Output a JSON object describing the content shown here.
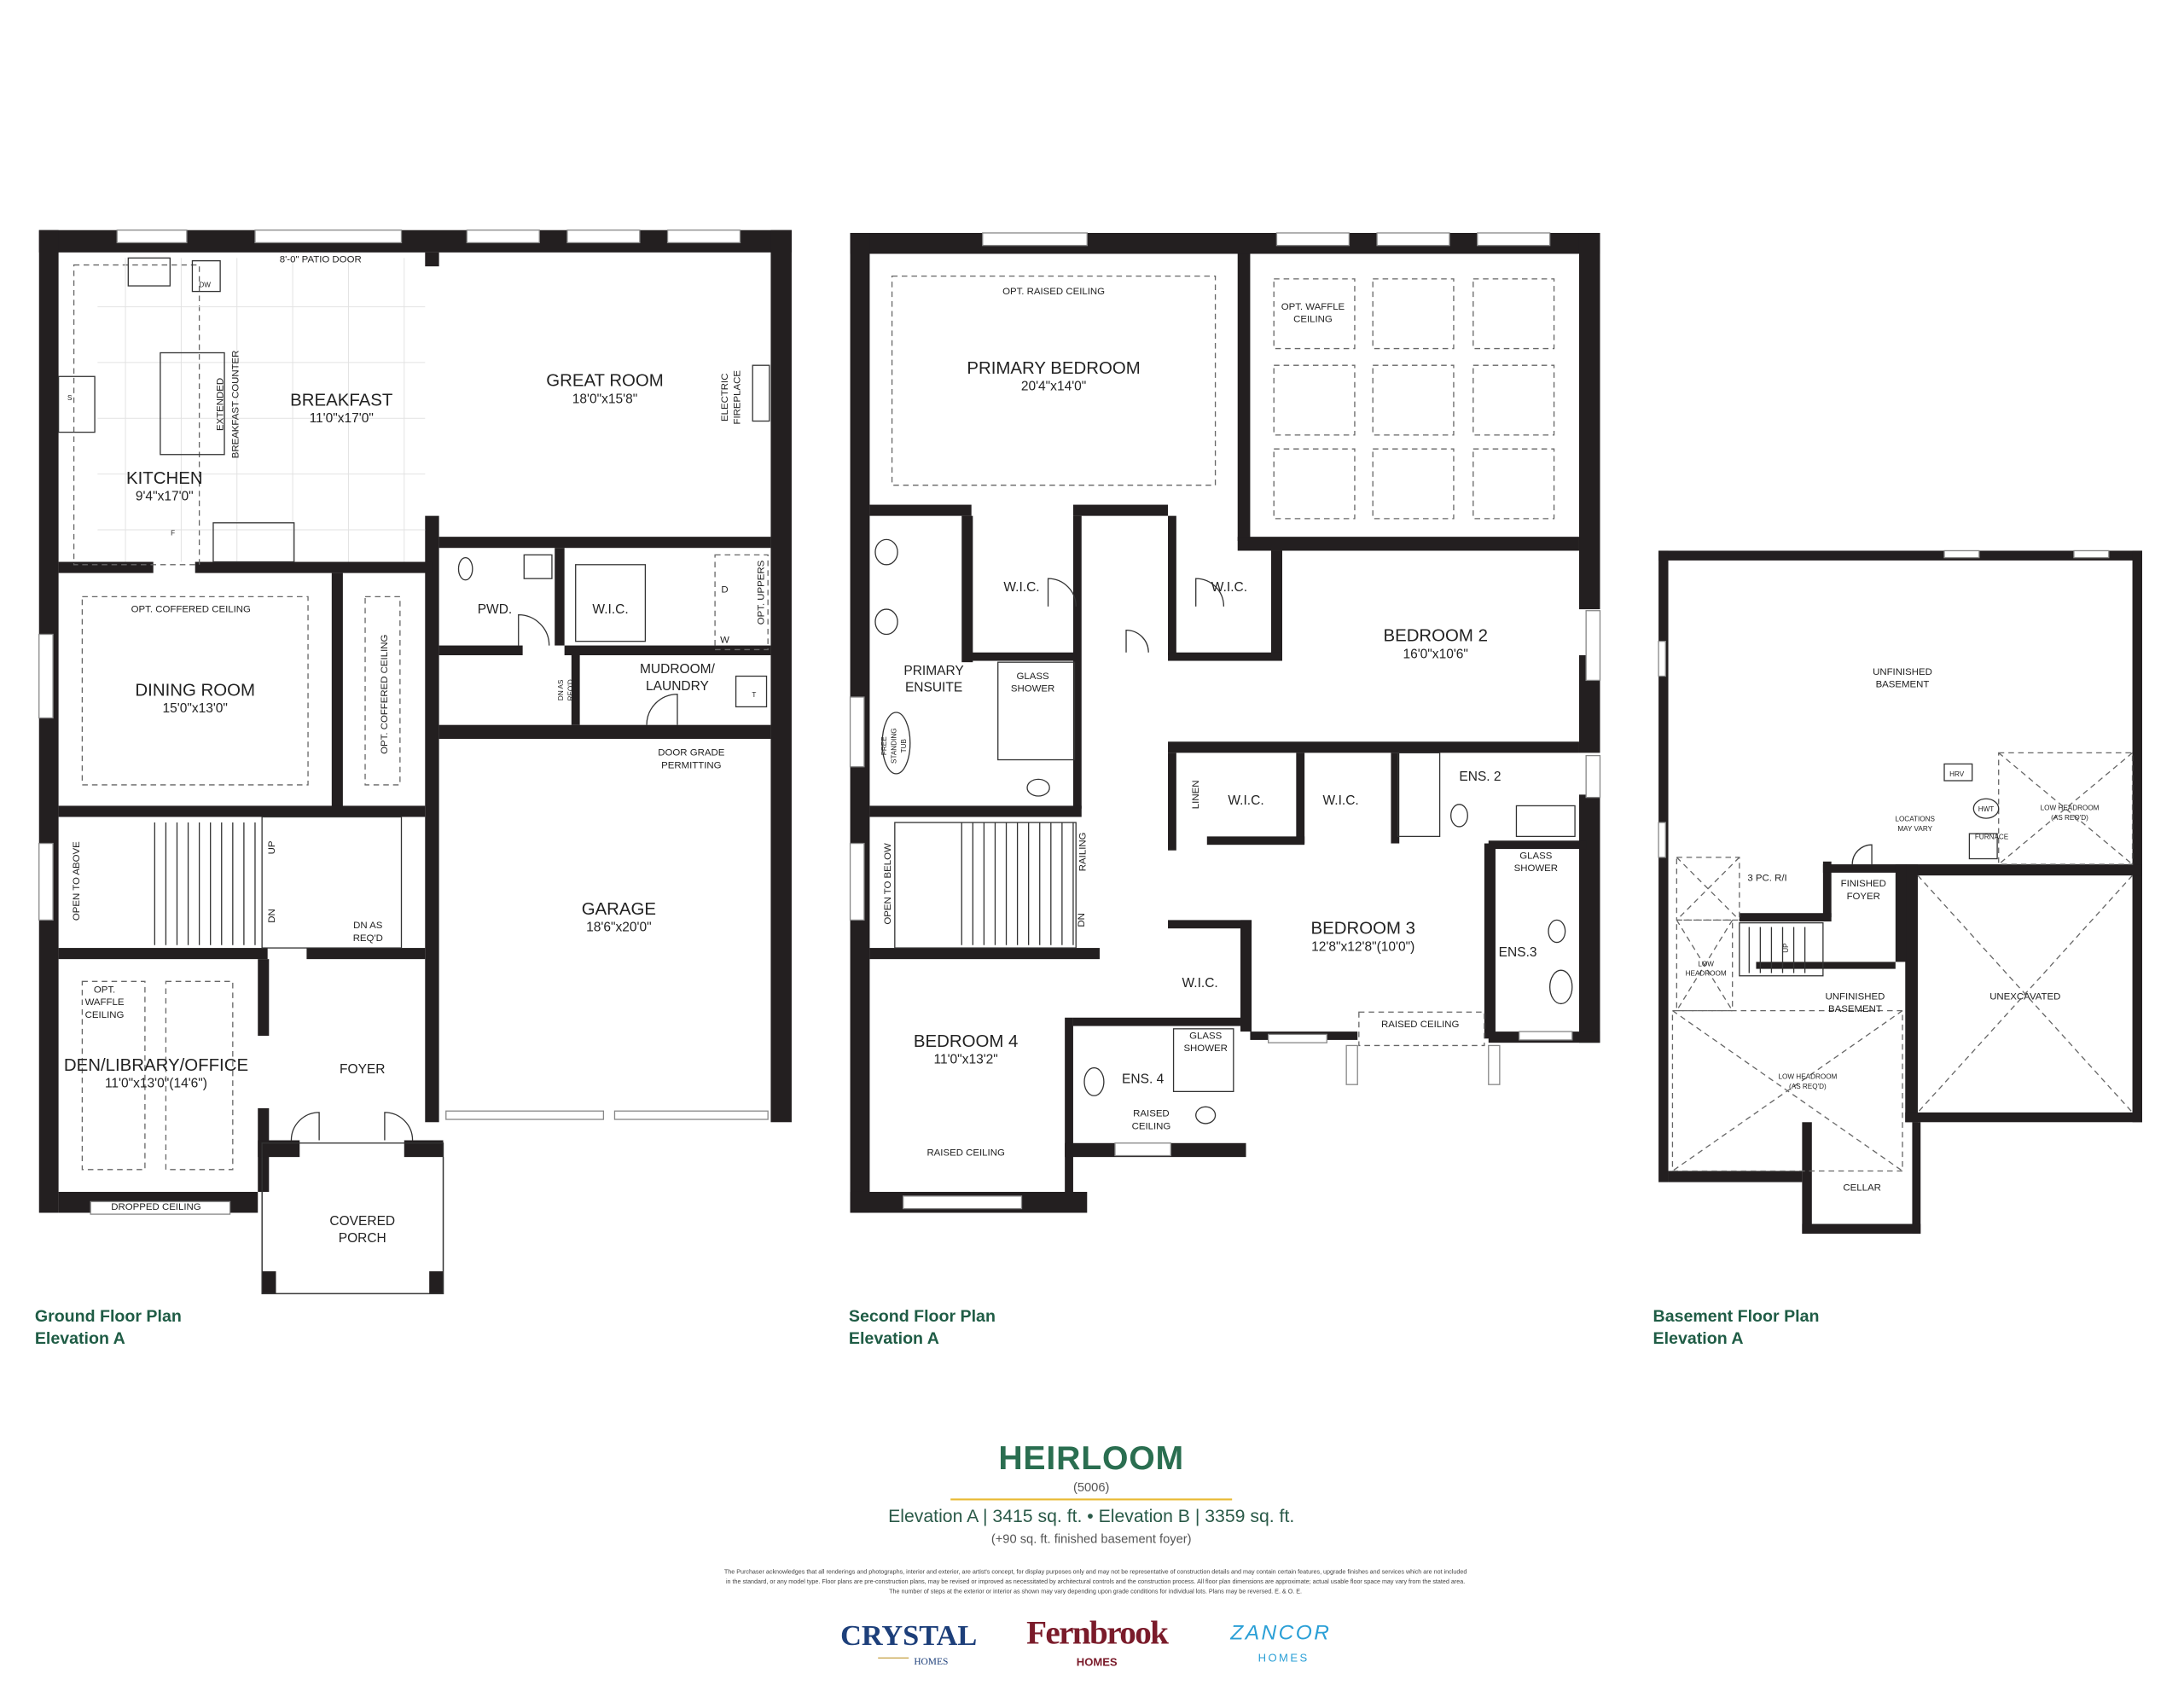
{
  "ground": {
    "caption": [
      "Ground Floor Plan",
      "Elevation A"
    ],
    "labels": {
      "patio_door": "8'-0\" PATIO DOOR",
      "dw": "DW",
      "breakfast": "BREAKFAST",
      "breakfast_dim": "11'0\"x17'0\"",
      "ext_counter_1": "EXTENDED",
      "ext_counter_2": "BREAKFAST COUNTER",
      "kitchen": "KITCHEN",
      "kitchen_dim": "9'4\"x17'0\"",
      "s": "S",
      "f": "F",
      "great_room": "GREAT ROOM",
      "great_room_dim": "18'0\"x15'8\"",
      "fireplace_1": "ELECTRIC",
      "fireplace_2": "FIREPLACE",
      "pwd": "PWD.",
      "wic": "W.I.C.",
      "opt_uppers": "OPT. UPPERS",
      "d": "D",
      "w": "W",
      "t": "T",
      "mudroom_1": "MUDROOM/",
      "mudroom_2": "LAUNDRY",
      "dn_asreqd_1": "DN AS",
      "dn_asreqd_2": "REQ'D",
      "door_grade_1": "DOOR GRADE",
      "door_grade_2": "PERMITTING",
      "dining_ceiling": "OPT. COFFERED CEILING",
      "dining": "DINING ROOM",
      "dining_dim": "15'0\"x13'0\"",
      "hall_ceiling": "OPT. COFFERED CEILING",
      "open_above": "OPEN TO ABOVE",
      "up": "UP",
      "dn": "DN",
      "stair_dn_1": "DN AS",
      "stair_dn_2": "REQ'D",
      "garage": "GARAGE",
      "garage_dim": "18'6\"x20'0\"",
      "waffle_1": "OPT.",
      "waffle_2": "WAFFLE",
      "waffle_3": "CEILING",
      "den": "DEN/LIBRARY/OFFICE",
      "den_dim": "11'0\"x13'0\"(14'6\")",
      "foyer": "FOYER",
      "dropped_ceiling": "DROPPED CEILING",
      "porch_1": "COVERED",
      "porch_2": "PORCH"
    }
  },
  "second": {
    "caption": [
      "Second Floor Plan",
      "Elevation A"
    ],
    "labels": {
      "raised_ceiling": "OPT. RAISED CEILING",
      "primary": "PRIMARY BEDROOM",
      "primary_dim": "20'4\"x14'0\"",
      "waffle_1": "OPT. WAFFLE",
      "waffle_2": "CEILING",
      "wic_left": "W.I.C.",
      "wic_right": "W.I.C.",
      "bed2": "BEDROOM 2",
      "bed2_dim": "16'0\"x10'6\"",
      "ensuite_1": "PRIMARY",
      "ensuite_2": "ENSUITE",
      "glass_1": "GLASS",
      "glass_2": "SHOWER",
      "tub_1": "FREE",
      "tub_2": "STANDING",
      "tub_3": "TUB",
      "linen": "LINEN",
      "wic_a": "W.I.C.",
      "wic_b": "W.I.C.",
      "ens2": "ENS. 2",
      "glass2_1": "GLASS",
      "glass2_2": "SHOWER",
      "open_below": "OPEN TO BELOW",
      "railing": "RAILING",
      "dn": "DN",
      "bed3": "BEDROOM 3",
      "bed3_dim": "12'8\"x12'8\"(10'0\")",
      "ens3": "ENS.3",
      "wic_c": "W.I.C.",
      "bed3_ceiling": "RAISED CEILING",
      "bed4": "BEDROOM 4",
      "bed4_dim": "11'0\"x13'2\"",
      "ens4": "ENS. 4",
      "glass4_1": "GLASS",
      "glass4_2": "SHOWER",
      "ens4_ceiling_1": "RAISED",
      "ens4_ceiling_2": "CEILING",
      "bed4_ceiling": "RAISED CEILING"
    }
  },
  "basement": {
    "caption": [
      "Basement Floor Plan",
      "Elevation A"
    ],
    "labels": {
      "unfinished_1": "UNFINISHED",
      "unfinished_2": "BASEMENT",
      "hrv": "HRV",
      "hwt": "HWT",
      "furnace": "FURNACE",
      "locations_1": "LOCATIONS",
      "locations_2": "MAY VARY",
      "low_right_1": "LOW HEADROOM",
      "low_right_2": "(AS REQ'D)",
      "rough_in": "3 PC. R/I",
      "foyer_1": "FINISHED",
      "foyer_2": "FOYER",
      "low_left_1": "LOW",
      "low_left_2": "HEADROOM",
      "up": "UP",
      "unfinished_b_1": "UNFINISHED",
      "unfinished_b_2": "BASEMENT",
      "unexcavated": "UNEXCAVATED",
      "low_bottom_1": "LOW HEADROOM",
      "low_bottom_2": "(AS REQ'D)",
      "cellar": "CELLAR"
    }
  },
  "model": {
    "name": "HEIRLOOM",
    "number": "(5006)",
    "areas": "Elevation A | 3415 sq. ft. • Elevation B | 3359 sq. ft.",
    "note": "(+90 sq. ft. finished basement foyer)",
    "disclaimer": [
      "The Purchaser acknowledges that all renderings and photographs, interior and exterior, are artist's concept, for display purposes only and may not be representative of construction details and may contain certain features, upgrade finishes and services which are not included",
      "in the standard, or any model type. Floor plans are pre-construction plans, may be revised or improved as necessitated by architectural controls and the construction process. All floor plan dimensions are approximate; actual usable floor space may vary from the stated area.",
      "The number of steps at the exterior or interior as shown may vary depending upon grade conditions for individual lots. Plans may be reversed. E. & O. E."
    ]
  },
  "builders": [
    {
      "name": "CRYSTAL",
      "sub": "HOMES",
      "color": "#1d3f7a"
    },
    {
      "name": "Fernbrook",
      "sub": "HOMES",
      "color": "#7a1b2a"
    },
    {
      "name": "ZANCOR",
      "sub": "HOMES",
      "color": "#2a9fd6"
    }
  ],
  "colors": {
    "accent_green": "#2a6e50",
    "gold_rule": "#e8b931",
    "wall": "#231f20"
  }
}
